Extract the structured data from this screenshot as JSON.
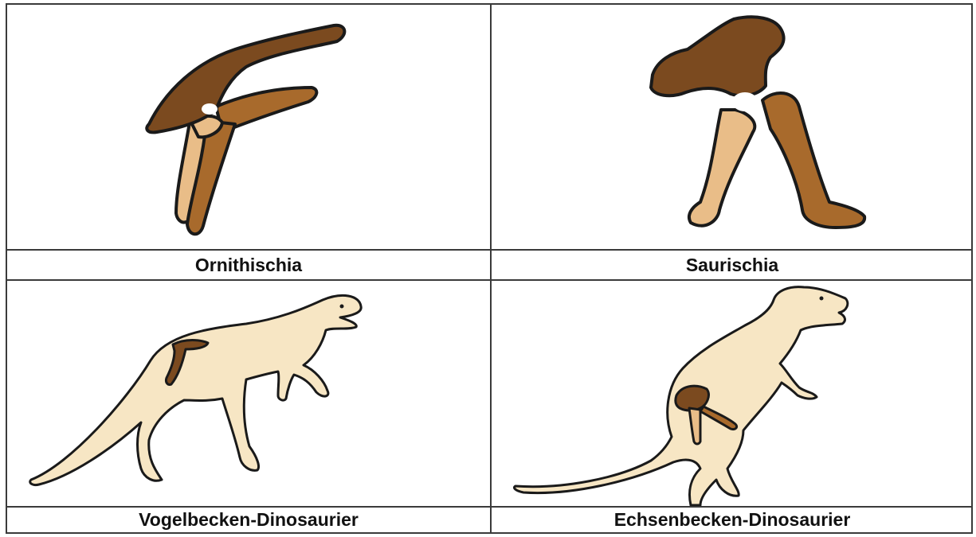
{
  "labels": {
    "top_left": "Ornithischia",
    "top_right": "Saurischia",
    "bottom_left": "Vogelbecken-Dinosaurier",
    "bottom_right": "Echsenbecken-Dinosaurier"
  },
  "icons": {
    "top_left": "ornithischian-pelvis-icon",
    "top_right": "saurischian-pelvis-icon",
    "bottom_left": "ornithischian-dinosaur-icon",
    "bottom_right": "saurischian-dinosaur-icon"
  },
  "colors": {
    "ilium": "#7b4a1f",
    "pubis": "#a86a2c",
    "ischium": "#e9bd88",
    "body": "#f7e6c4",
    "outline": "#1a1a1a",
    "grid_line": "#3a3a3a"
  }
}
